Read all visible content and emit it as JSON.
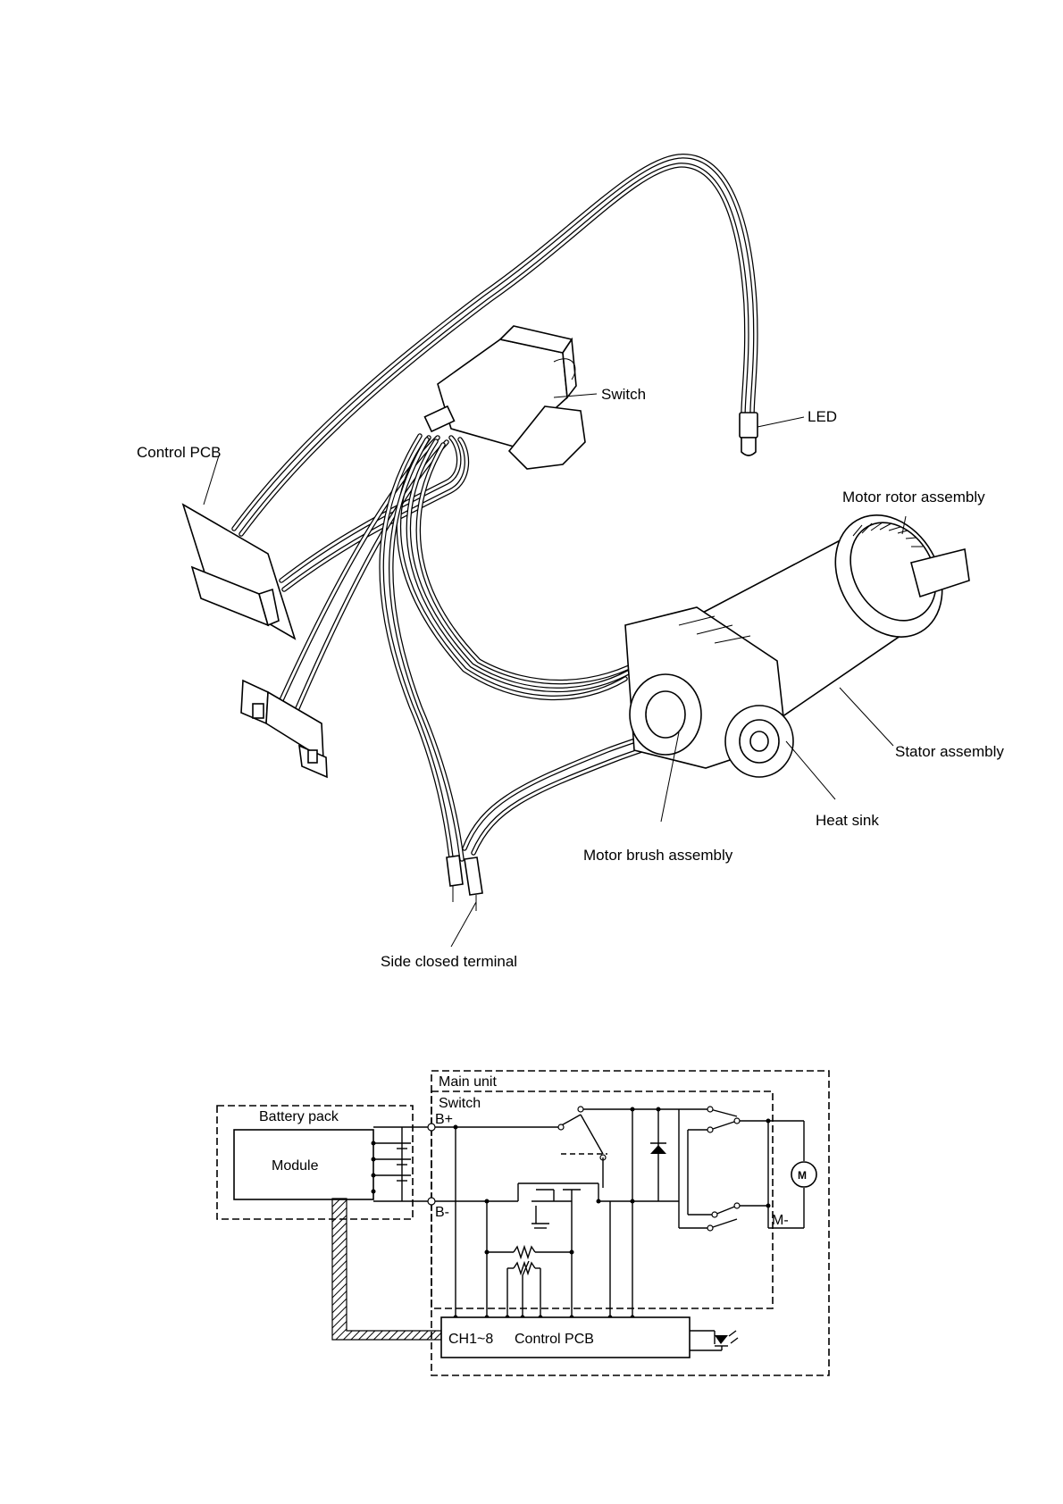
{
  "exploded_view": {
    "labels": {
      "switch": "Switch",
      "led": "LED",
      "control_pcb": "Control PCB",
      "motor_rotor_assembly": "Motor rotor assembly",
      "stator_assembly": "Stator assembly",
      "heat_sink": "Heat sink",
      "motor_brush_assembly": "Motor brush assembly",
      "side_closed_terminal": "Side closed terminal"
    }
  },
  "schematic": {
    "labels": {
      "main_unit": "Main unit",
      "switch": "Switch",
      "battery_pack": "Battery pack",
      "module": "Module",
      "b_plus": "B+",
      "b_minus": "B-",
      "m_minus": "M-",
      "ch": "CH1~8",
      "control_pcb": "Control PCB"
    }
  }
}
